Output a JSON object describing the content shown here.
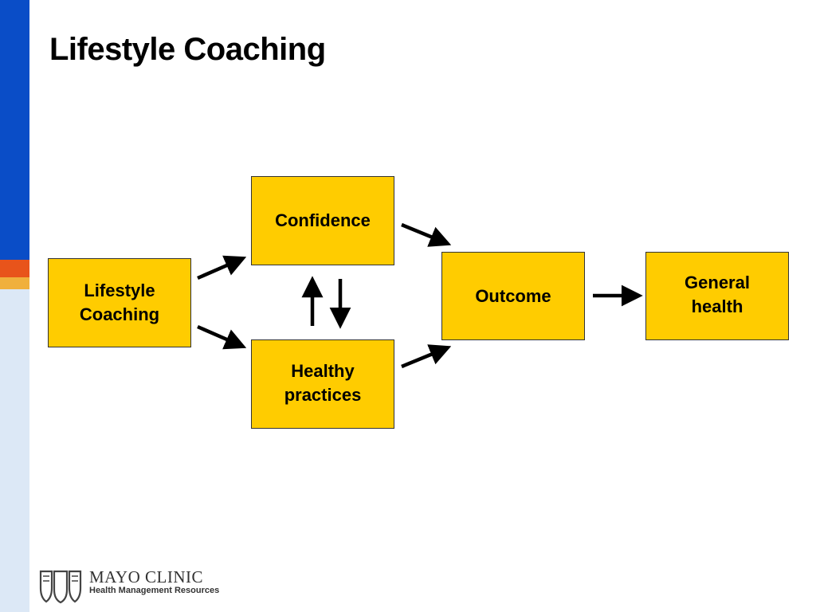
{
  "slide": {
    "title": "Lifestyle Coaching"
  },
  "nodes": {
    "lifestyle_coaching": "Lifestyle\nCoaching",
    "confidence": "Confidence",
    "healthy_practices": "Healthy\npractices",
    "outcome": "Outcome",
    "general_health": "General\nhealth"
  },
  "logo": {
    "name": "MAYO CLINIC",
    "subtitle": "Health Management Resources",
    "icon": "mayo-shield-icon"
  },
  "colors": {
    "node_fill": "#FFCC00",
    "accent_blue": "#0A4DC7",
    "accent_orange": "#E8541B",
    "accent_gold": "#F0B03C",
    "accent_light": "#DCE8F6",
    "arrow": "#000000"
  }
}
